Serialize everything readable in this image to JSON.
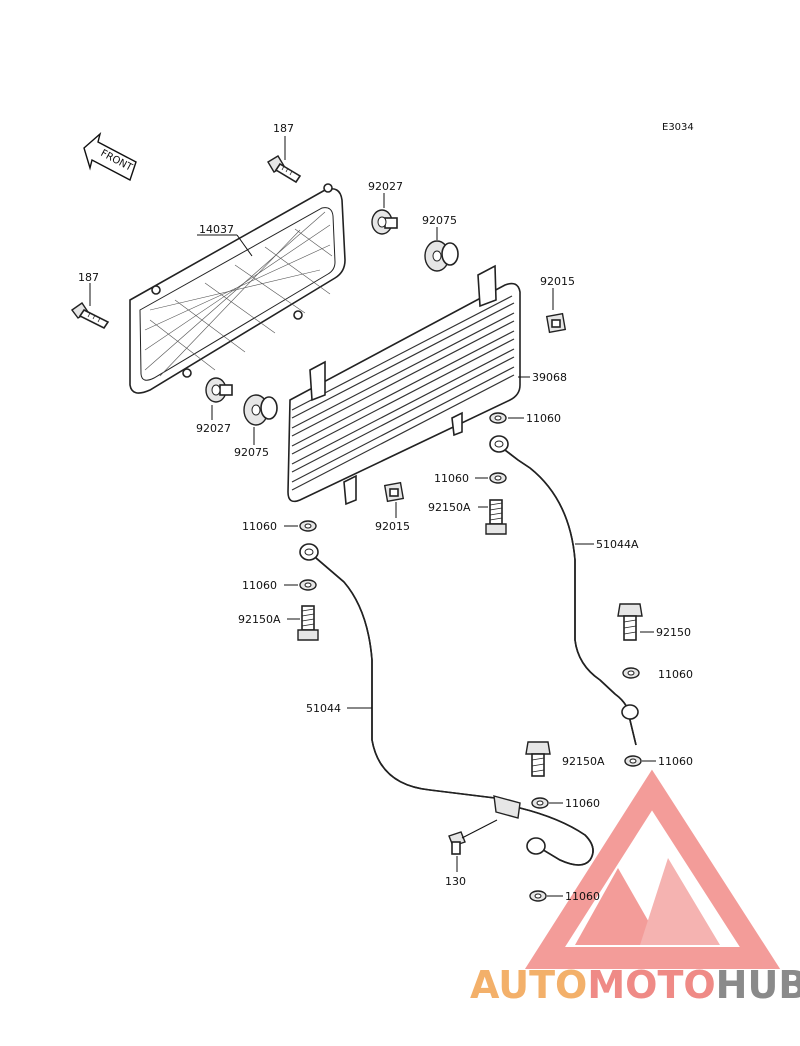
{
  "diagram_code": "E3034",
  "front_label": "FRONT",
  "labels": {
    "p187_top": "187",
    "p187_left": "187",
    "p14037": "14037",
    "p92027_top": "92027",
    "p92027_bottom": "92027",
    "p92075_top": "92075",
    "p92075_bottom": "92075",
    "p92015_top": "92015",
    "p92015_bottom": "92015",
    "p39068": "39068",
    "p11060_a": "11060",
    "p11060_b": "11060",
    "p11060_c": "11060",
    "p11060_d": "11060",
    "p11060_e": "11060",
    "p11060_f": "11060",
    "p11060_g": "11060",
    "p11060_h": "11060",
    "p92150A_a": "92150A",
    "p92150A_b": "92150A",
    "p92150A_c": "92150A",
    "p92150": "92150",
    "p51044A": "51044A",
    "p51044": "51044",
    "p130": "130"
  },
  "watermark": {
    "part1": "AUTO",
    "part2": "MOTO",
    "part3": "HUB",
    "color_orange": "#f3b06a",
    "color_red": "#ef8a86",
    "color_gray": "#8a8a8a"
  }
}
